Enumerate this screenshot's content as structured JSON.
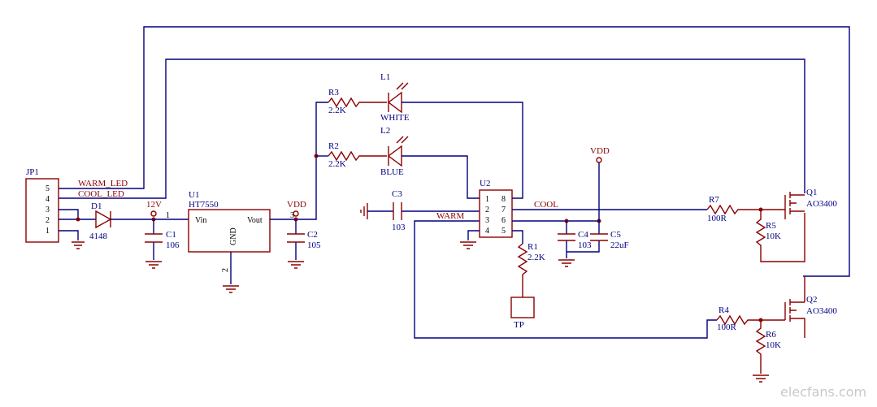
{
  "jp1": {
    "ref": "JP1",
    "pins": [
      "5",
      "4",
      "3",
      "2",
      "1"
    ]
  },
  "nets": {
    "warm_led": "WARM_LED",
    "cool_led": "COOL_LED",
    "v12": "12V",
    "vdd_left": "VDD",
    "vdd_right": "VDD",
    "cool": "COOL",
    "warm": "WARM"
  },
  "d1": {
    "ref": "D1",
    "value": "4148"
  },
  "c1": {
    "ref": "C1",
    "value": "106"
  },
  "u1": {
    "ref": "U1",
    "part": "HT7550",
    "vin": "Vin",
    "vout": "Vout",
    "gnd": "GND",
    "pin1": "1",
    "pin2": "2",
    "pin3": "3"
  },
  "c2": {
    "ref": "C2",
    "value": "105"
  },
  "r3": {
    "ref": "R3",
    "value": "2.2K"
  },
  "r2": {
    "ref": "R2",
    "value": "2.2K"
  },
  "l1": {
    "ref": "L1",
    "color": "WHITE"
  },
  "l2": {
    "ref": "L2",
    "color": "BLUE"
  },
  "c3": {
    "ref": "C3",
    "value": "103"
  },
  "u2": {
    "ref": "U2",
    "pins_left": [
      "1",
      "2",
      "3",
      "4"
    ],
    "pins_right": [
      "8",
      "7",
      "6",
      "5"
    ]
  },
  "r1": {
    "ref": "R1",
    "value": "2.2K"
  },
  "tp": {
    "label": "TP"
  },
  "c4": {
    "ref": "C4",
    "value": "103"
  },
  "c5": {
    "ref": "C5",
    "value": "22uF"
  },
  "r7": {
    "ref": "R7",
    "value": "100R"
  },
  "r5": {
    "ref": "R5",
    "value": "10K"
  },
  "q1": {
    "ref": "Q1",
    "part": "AO3400"
  },
  "r4": {
    "ref": "R4",
    "value": "100R"
  },
  "r6": {
    "ref": "R6",
    "value": "10K"
  },
  "q2": {
    "ref": "Q2",
    "part": "AO3400"
  },
  "watermark": "elecfans.com"
}
